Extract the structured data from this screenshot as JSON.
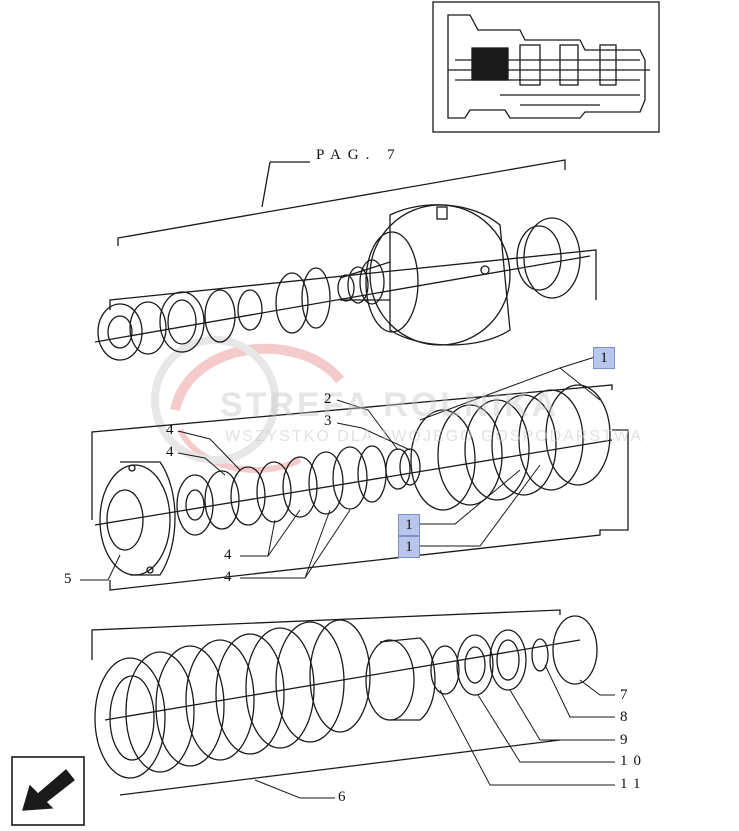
{
  "page_ref": "PAG. 7",
  "callouts": {
    "c1a": "1",
    "c1b": "1",
    "c1c": "1",
    "c2": "2",
    "c3": "3",
    "c4a": "4",
    "c4b": "4",
    "c4c": "4",
    "c4d": "4",
    "c5": "5",
    "c6": "6",
    "c7": "7",
    "c8": "8",
    "c9": "9",
    "c10": "10",
    "c11": "11"
  },
  "watermark": {
    "brand": "STREFA ROLNIKA",
    "tagline": "WSZYSTKO DLA TWOJEGO GOSPODARSTWA"
  },
  "colors": {
    "line": "#1a1a1a",
    "highlight": "#b9c6ec",
    "watermark_red": "#e26a6a"
  },
  "icons": {
    "nav_arrow": "arrow-down-left-icon"
  }
}
